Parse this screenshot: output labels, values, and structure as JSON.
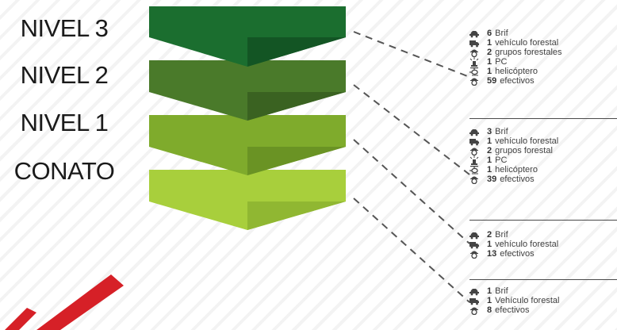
{
  "levels": [
    {
      "label": "NIVEL 3",
      "color": "#1b6e2f",
      "shade": "#135524"
    },
    {
      "label": "NIVEL 2",
      "color": "#4a7a2a",
      "shade": "#3a6221"
    },
    {
      "label": "NIVEL 1",
      "color": "#7fab2c",
      "shade": "#6a9324"
    },
    {
      "label": "CONATO",
      "color": "#a8cf3c",
      "shade": "#90b732"
    }
  ],
  "resource_groups": [
    {
      "items": [
        {
          "icon": "car-icon",
          "count": "6",
          "name": "Brif"
        },
        {
          "icon": "truck-icon",
          "count": "1",
          "name": "vehículo forestal"
        },
        {
          "icon": "firefighter-icon",
          "count": "2",
          "name": "grupos forestales"
        },
        {
          "icon": "beacon-icon",
          "count": "1",
          "name": "PC"
        },
        {
          "icon": "helicopter-icon",
          "count": "1",
          "name": "helicóptero"
        },
        {
          "icon": "firefighter-icon",
          "count": "59",
          "name": "efectivos"
        }
      ]
    },
    {
      "items": [
        {
          "icon": "car-icon",
          "count": "3",
          "name": "Brif"
        },
        {
          "icon": "truck-icon",
          "count": "1",
          "name": "vehículo forestal"
        },
        {
          "icon": "firefighter-icon",
          "count": "2",
          "name": "grupos forestal"
        },
        {
          "icon": "beacon-icon",
          "count": "1",
          "name": "PC"
        },
        {
          "icon": "helicopter-icon",
          "count": "1",
          "name": "helicóptero"
        },
        {
          "icon": "firefighter-icon",
          "count": "39",
          "name": "efectivos"
        }
      ]
    },
    {
      "items": [
        {
          "icon": "car-icon",
          "count": "2",
          "name": "Brif"
        },
        {
          "icon": "truck-icon",
          "count": "1",
          "name": "vehículo forestal"
        },
        {
          "icon": "firefighter-icon",
          "count": "13",
          "name": "efectivos"
        }
      ]
    },
    {
      "items": [
        {
          "icon": "car-icon",
          "count": "1",
          "name": "Brif"
        },
        {
          "icon": "truck-icon",
          "count": "1",
          "name": "Vehículo forestal"
        },
        {
          "icon": "firefighter-icon",
          "count": "8",
          "name": "efectivos"
        }
      ]
    }
  ],
  "colors": {
    "connector": "#555555",
    "logo": "#d62027",
    "icon": "#444444"
  }
}
